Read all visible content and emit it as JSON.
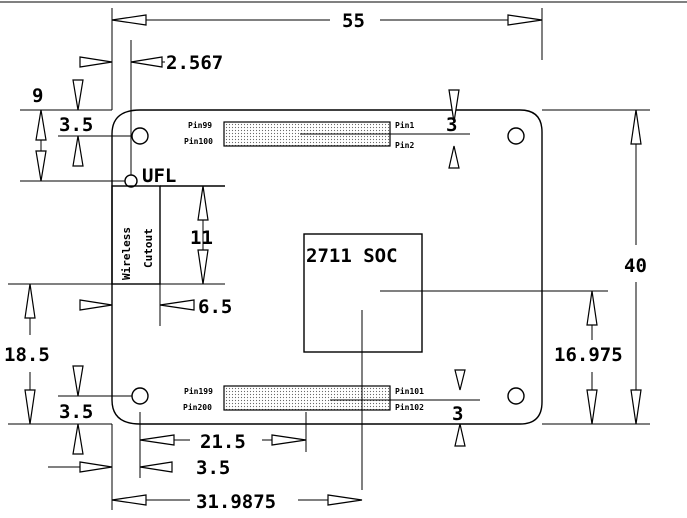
{
  "dimensions": {
    "width_total": "55",
    "offset_left": "2.567",
    "top_offset": "9",
    "top_mount": "3.5",
    "ufl_height": "11",
    "cutout_width": "6.5",
    "left_height": "18.5",
    "bottom_mount": "3.5",
    "bottom_21": "21.5",
    "bottom_3_5": "3.5",
    "bottom_total": "31.9875",
    "right_height": "40",
    "soc_height": "16.975",
    "connector_top_gap": "3",
    "connector_bottom_gap": "3"
  },
  "labels": {
    "ufl": "UFL",
    "wireless": "Wireless",
    "cutout": "Cutout",
    "soc": "2711 SOC",
    "pin99": "Pin99",
    "pin100": "Pin100",
    "pin1": "Pin1",
    "pin2": "Pin2",
    "pin199": "Pin199",
    "pin200": "Pin200",
    "pin101": "Pin101",
    "pin102": "Pin102"
  }
}
